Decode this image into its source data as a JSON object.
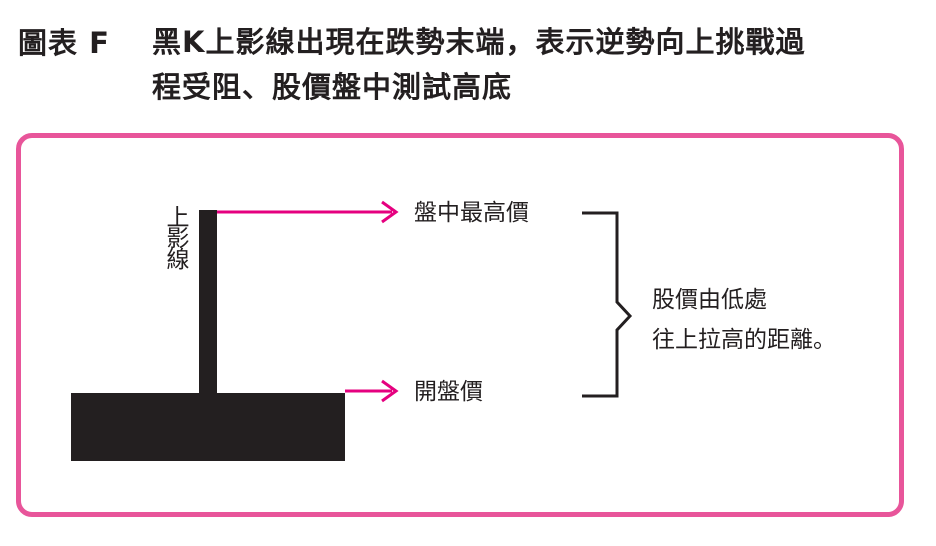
{
  "title": {
    "label": "圖表 F",
    "lines": [
      "黑K上影線出現在跌勢末端，表示逆勢向上挑戰過",
      "程受阻、股價盤中測試高底"
    ]
  },
  "diagram": {
    "upper_shadow_label": "上影線",
    "intraday_high_label": "盤中最高價",
    "open_price_label": "開盤價",
    "note_lines": [
      "股價由低處",
      "往上拉高的距離。"
    ]
  },
  "colors": {
    "accent": "#e5007f",
    "frame": "#e8559a",
    "candle": "#231f20"
  }
}
